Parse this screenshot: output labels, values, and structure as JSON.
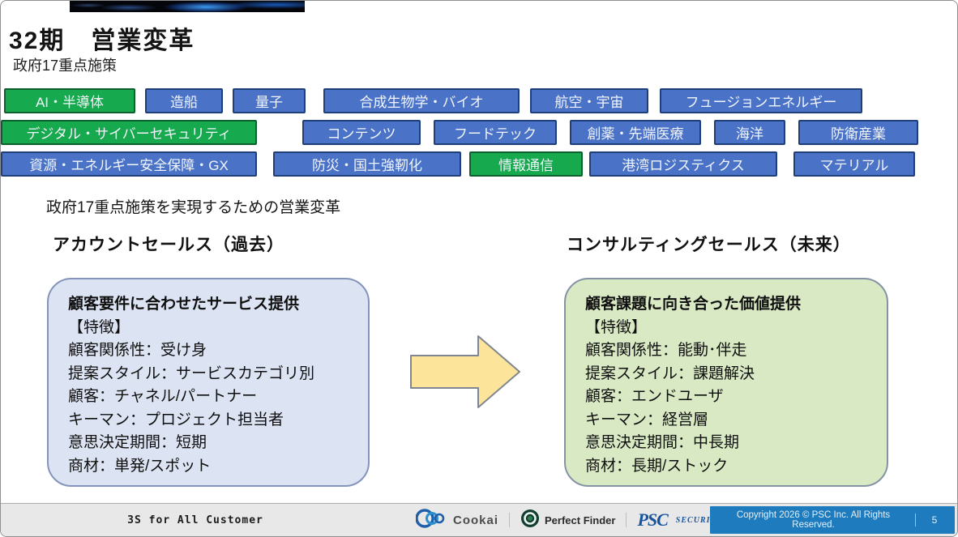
{
  "slide": {
    "title": "32期　営業変革",
    "subtitle": "政府17重点施策",
    "note": "政府17重点施策を実現するための営業変革"
  },
  "tags": {
    "colors": {
      "blue": "#4a73c8",
      "green": "#17a94e"
    },
    "rows": [
      {
        "items": [
          {
            "label": "AI・半導体",
            "color": "green"
          },
          {
            "label": "造船",
            "color": "blue"
          },
          {
            "label": "量子",
            "color": "blue"
          },
          {
            "label": "合成生物学・バイオ",
            "color": "blue"
          },
          {
            "label": "航空・宇宙",
            "color": "blue"
          },
          {
            "label": "フュージョンエネルギー",
            "color": "blue"
          }
        ]
      },
      {
        "items": [
          {
            "label": "デジタル・サイバーセキュリティ",
            "color": "green"
          },
          {
            "label": "コンテンツ",
            "color": "blue"
          },
          {
            "label": "フードテック",
            "color": "blue"
          },
          {
            "label": "創薬・先端医療",
            "color": "blue"
          },
          {
            "label": "海洋",
            "color": "blue"
          },
          {
            "label": "防衛産業",
            "color": "blue"
          }
        ]
      },
      {
        "items": [
          {
            "label": "資源・エネルギー安全保障・GX",
            "color": "blue"
          },
          {
            "label": "防災・国土強靭化",
            "color": "blue"
          },
          {
            "label": "情報通信",
            "color": "green"
          },
          {
            "label": "港湾ロジスティクス",
            "color": "blue"
          },
          {
            "label": "マテリアル",
            "color": "blue"
          }
        ]
      }
    ]
  },
  "comparison": {
    "left": {
      "heading": "アカウントセールス（過去）",
      "box_title": "顧客要件に合わせたサービス提供",
      "lines": [
        "【特徴】",
        "顧客関係性：受け身",
        "提案スタイル：サービスカテゴリ別",
        "顧客：チャネル/パートナー",
        "キーマン：プロジェクト担当者",
        "意思決定期間：短期",
        "商材：単発/スポット"
      ],
      "box_fill": "#dce3f3"
    },
    "right": {
      "heading": "コンサルティングセールス（未来）",
      "box_title": "顧客課題に向き合った価値提供",
      "lines": [
        "【特徴】",
        "顧客関係性：能動･伴走",
        "提案スタイル：課題解決",
        "顧客：エンドユーザ",
        "キーマン：経営層",
        "意思決定期間：中長期",
        "商材：長期/ストック"
      ],
      "box_fill": "#d9e9c4"
    },
    "arrow_fill": "#fce59b"
  },
  "footer": {
    "slogan": "3S for All Customer",
    "cookai_label": "Cookai",
    "perfect_finder_label": "Perfect Finder",
    "psc_label": "PSC",
    "psc_sub_label": "SECURITY",
    "copyright": "Copyright 2026 © PSC Inc. All Rights Reserved.",
    "page_number": "5",
    "copyright_bg": "#1e7cbe"
  }
}
